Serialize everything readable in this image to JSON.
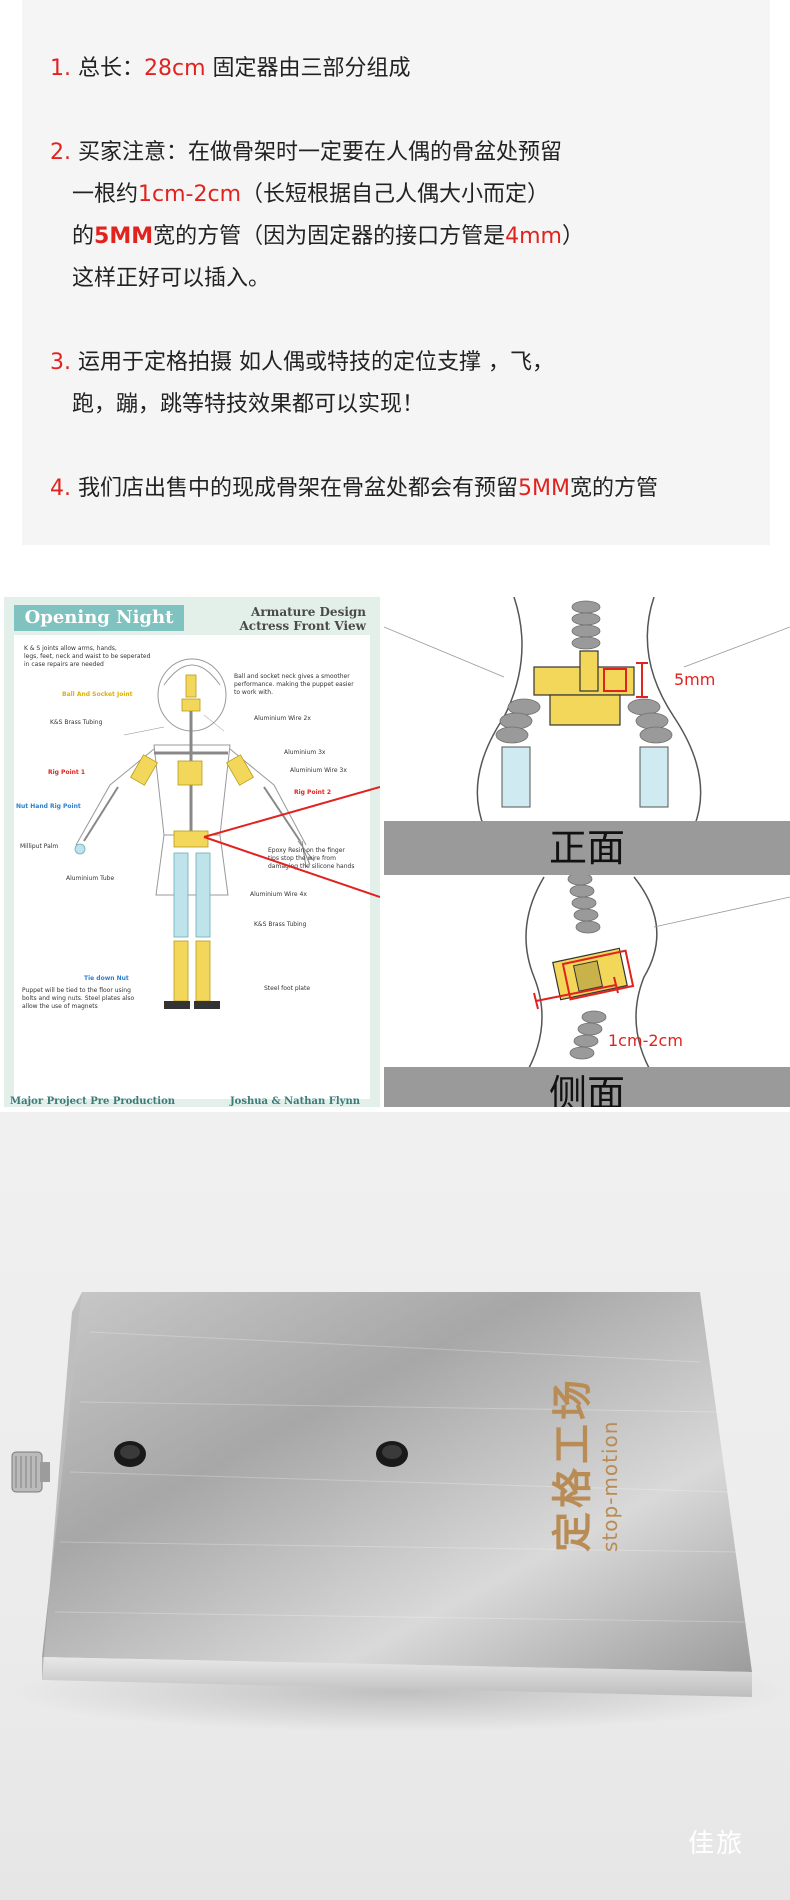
{
  "notes": {
    "n1": {
      "num": "1.",
      "a": "总长：",
      "b": "28cm",
      "c": " 固定器由三部分组成"
    },
    "n2": {
      "num": "2.",
      "l1": "买家注意：在做骨架时一定要在人偶的骨盆处预留",
      "l2a": "一根约",
      "l2b": "1cm-2cm",
      "l2c": "（长短根据自己人偶大小而定）",
      "l3a": "的",
      "l3b": "5MM",
      "l3c": "宽的方管（因为固定器的接口方管是",
      "l3d": "4mm",
      "l3e": "）",
      "l4": "这样正好可以插入。"
    },
    "n3": {
      "num": "3.",
      "l1": "运用于定格拍摄 如人偶或特技的定位支撑 ，飞，",
      "l2": "跑，蹦，跳等特技效果都可以实现！"
    },
    "n4": {
      "num": "4.",
      "a": "我们店出售中的现成骨架在骨盆处都会有预留",
      "b": "5MM",
      "c": "宽的方管"
    }
  },
  "poster": {
    "title": "Opening Night",
    "subtitle1": "Armature Design",
    "subtitle2": "Actress Front View",
    "foot_left": "Major Project Pre Production",
    "foot_right": "Joshua & Nathan Flynn",
    "labels": {
      "kjoints": "K & S joints allow arms, hands,",
      "kjoints2": "legs, feet, neck and waist to be seperated",
      "kjoints3": "in case repairs are needed",
      "ball": "Ball And Socket Joint",
      "ballneck1": "Ball and socket neck gives a smoother",
      "ballneck2": "performance. making the puppet easier",
      "ballneck3": "to work with.",
      "kstube": "K&S Brass Tubing",
      "alwire2": "Aluminium Wire 2x",
      "alwire3": "Aluminium 3x",
      "alwire3b": "Aluminium Wire 3x",
      "rig1": "Rig Point 1",
      "rig2": "Rig Point 2",
      "nuthand": "Nut Hand Rig Point",
      "milliput": "Milliput Palm",
      "epoxy1": "Epoxy Resin on the finger",
      "epoxy2": "tips stop the wire from",
      "epoxy3": "damaging the silicone hands",
      "altube": "Aluminium Tube",
      "alwire4": "Aluminium Wire 4x",
      "kstube2": "K&S Brass Tubing",
      "steel": "Steel foot plate",
      "tiedown": "Tie down Nut",
      "tied1": "Puppet will be tied to the floor using",
      "tied2": "bolts and wing nuts. Steel plates also",
      "tied3": "allow the use of magnets"
    }
  },
  "closeup": {
    "front": "正面",
    "side": "侧面",
    "dim_top": "5mm",
    "dim_side": "1cm-2cm"
  },
  "photo": {
    "brand_cn": "定格工场",
    "brand_en": "stop-motion",
    "watermark": "佳旅"
  }
}
